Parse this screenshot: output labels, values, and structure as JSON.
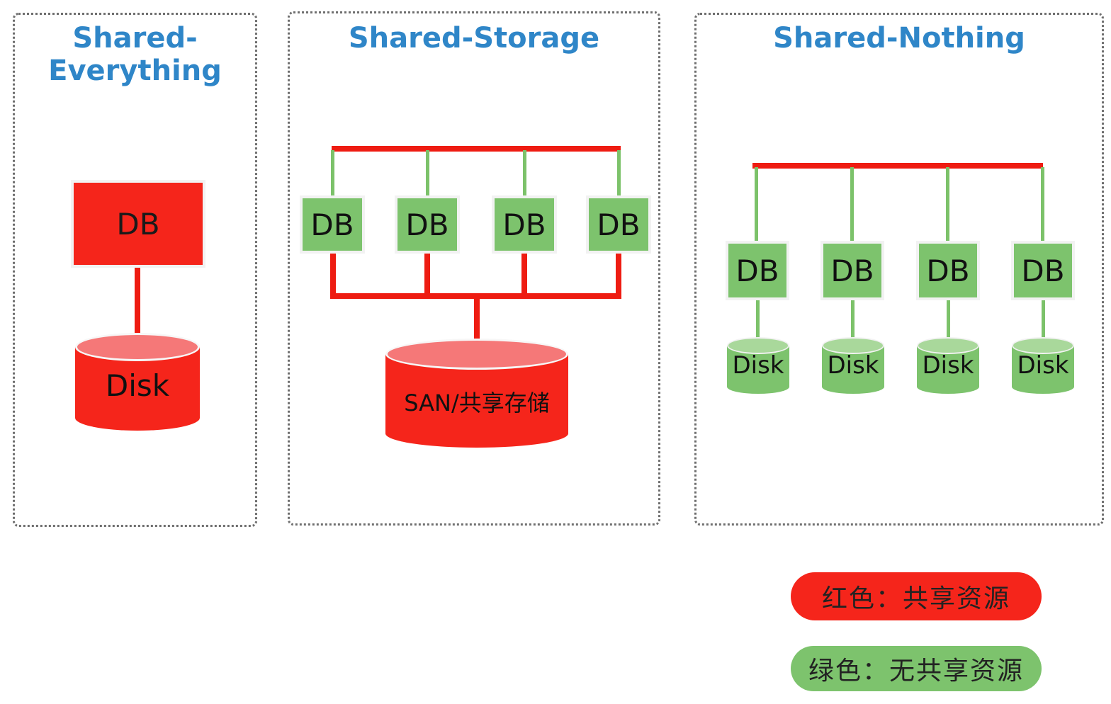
{
  "panels": {
    "shared_everything": {
      "title_line1": "Shared-",
      "title_line2": "Everything",
      "db": "DB",
      "disk": "Disk"
    },
    "shared_storage": {
      "title": "Shared-Storage",
      "dbs": [
        "DB",
        "DB",
        "DB",
        "DB"
      ],
      "storage": "SAN/共享存储"
    },
    "shared_nothing": {
      "title": "Shared-Nothing",
      "dbs": [
        "DB",
        "DB",
        "DB",
        "DB"
      ],
      "disks": [
        "Disk",
        "Disk",
        "Disk",
        "Disk"
      ]
    }
  },
  "legend": {
    "red": "红色：共享资源",
    "green": "绿色：无共享资源"
  },
  "colors": {
    "title": "#2f86c8",
    "shared_red": "#f5251b",
    "unshared_green": "#7dc36d",
    "border": "#6f6f6f"
  }
}
